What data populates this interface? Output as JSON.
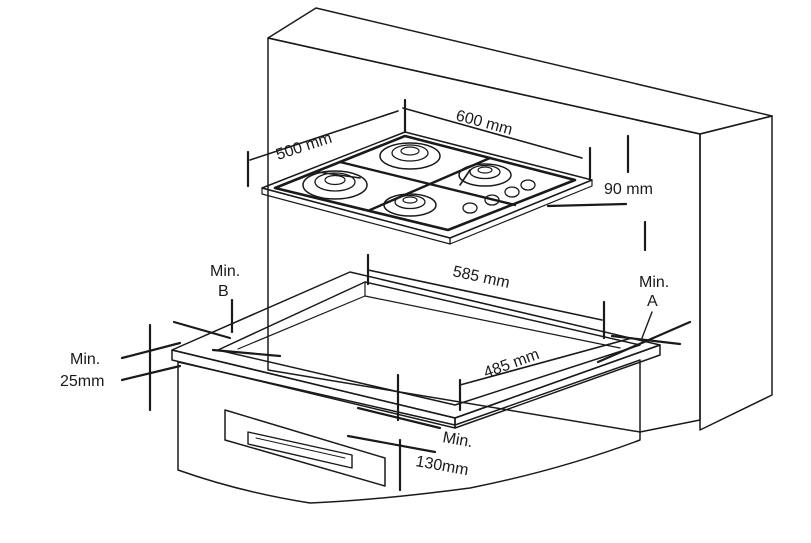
{
  "labels": {
    "width_600": "600 mm",
    "depth_500": "500 mm",
    "height_90": "90 mm",
    "cutout_585": "585 mm",
    "cutout_485": "485 mm",
    "min_a_1": "Min.",
    "min_a_2": "A",
    "min_b_1": "Min.",
    "min_b_2": "B",
    "min_25_1": "Min.",
    "min_25_2": "25mm",
    "min_130_1": "Min.",
    "min_130_2": "130mm"
  }
}
